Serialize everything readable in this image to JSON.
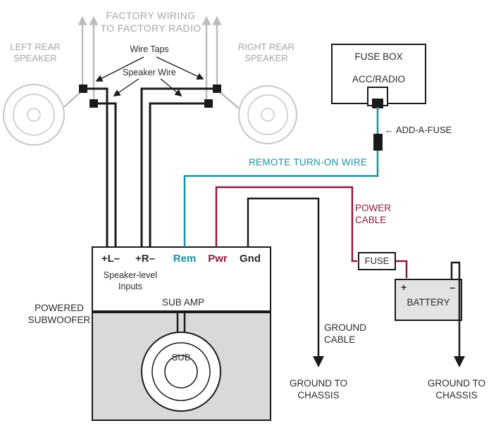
{
  "colors": {
    "wire": "#1a1a1a",
    "remote": "#1691a6",
    "power": "#8d1b41",
    "gray_text": "#a6a6a6",
    "gray_line": "#bdbdbd",
    "speaker_stroke": "#c6c6c6",
    "enclosure_fill": "#d9d9d9",
    "battery_fill": "#e3e3e3"
  },
  "factory": {
    "line1": "FACTORY WIRING",
    "line2": "TO FACTORY RADIO"
  },
  "speakers": {
    "left": {
      "line1": "LEFT REAR",
      "line2": "SPEAKER"
    },
    "right": {
      "line1": "RIGHT REAR",
      "line2": "SPEAKER"
    }
  },
  "callouts": {
    "wire_taps": "Wire Taps",
    "speaker_wire": "Speaker Wire",
    "add_a_fuse": "← ADD-A-FUSE",
    "remote_turn_on": "REMOTE TURN-ON WIRE",
    "power_cable": {
      "line1": "POWER",
      "line2": "CABLE"
    },
    "ground_cable": {
      "line1": "GROUND",
      "line2": "CABLE"
    },
    "ground_chassis_amp": {
      "line1": "GROUND TO",
      "line2": "CHASSIS"
    },
    "ground_chassis_battery": {
      "line1": "GROUND TO",
      "line2": "CHASSIS"
    }
  },
  "fuse_box": {
    "title": "FUSE BOX",
    "slot": "ACC/RADIO"
  },
  "inline_fuse": {
    "label": "FUSE"
  },
  "battery": {
    "label": "BATTERY",
    "plus": "+",
    "minus": "–"
  },
  "amp": {
    "terminals": [
      {
        "label": "+L–"
      },
      {
        "label": "+R–"
      },
      {
        "label": "Rem"
      },
      {
        "label": "Pwr"
      },
      {
        "label": "Gnd"
      }
    ],
    "inputs_label": {
      "line1": "Speaker-level",
      "line2": "Inputs"
    },
    "name": "SUB AMP"
  },
  "subwoofer": {
    "label": {
      "line1": "POWERED",
      "line2": "SUBWOOFER"
    },
    "cone_label": "SUB"
  }
}
